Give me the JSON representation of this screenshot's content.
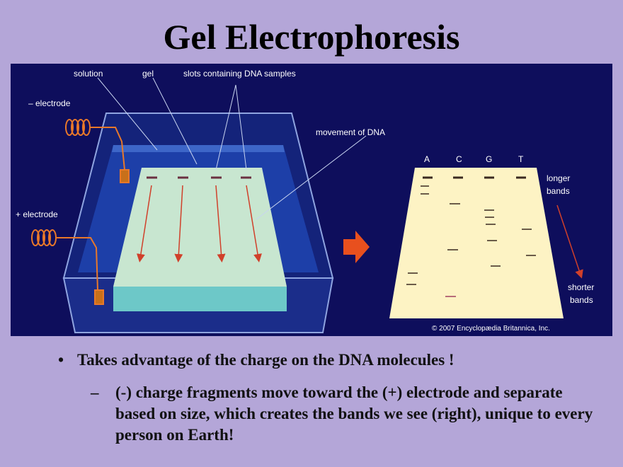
{
  "slide": {
    "title": "Gel Electrophoresis",
    "bullet": "Takes advantage of the charge on the DNA molecules !",
    "bullet_marker": "•",
    "sub_marker": "–",
    "sub_bullet": "(-) charge fragments move toward the (+) electrode and separate based on size, which creates the bands we see (right), unique to every person on Earth!"
  },
  "figure": {
    "labels": {
      "solution": "solution",
      "gel": "gel",
      "slots": "slots containing DNA samples",
      "neg_electrode": "– electrode",
      "pos_electrode": "+ electrode",
      "movement": "movement of DNA",
      "longer_1": "longer",
      "longer_2": "bands",
      "shorter_1": "shorter",
      "shorter_2": "bands",
      "copyright": "© 2007 Encyclopædia Britannica, Inc."
    },
    "lanes": [
      "A",
      "C",
      "G",
      "T"
    ],
    "colors": {
      "background": "#0e0e5c",
      "gel": "#c8e6d0",
      "result_gel": "#fdf3c4",
      "arrow": "#e8501e",
      "electrode": "#e8782a"
    }
  }
}
